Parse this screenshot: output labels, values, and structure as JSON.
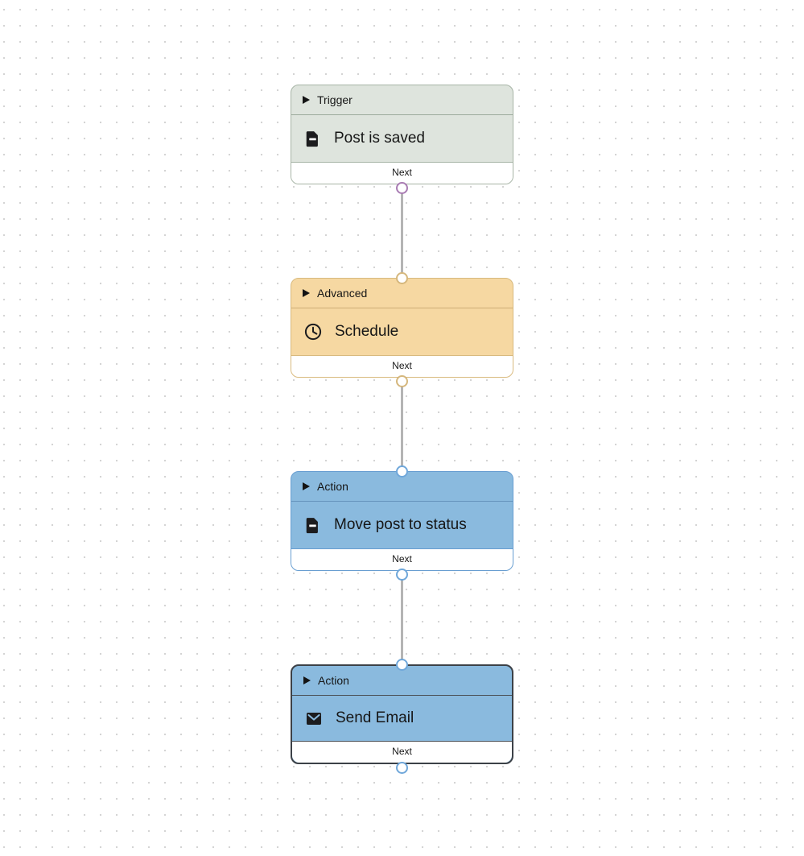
{
  "canvas": {
    "background": "#ffffff",
    "dot_color": "#d4d4d4",
    "edge_color": "#b4b4b4"
  },
  "nodes": [
    {
      "category": "Trigger",
      "title": "Post is saved",
      "icon": "document-icon",
      "next_label": "Next",
      "selected": false,
      "colors": {
        "fill": "#dee4dd",
        "border": "#a7b4a6",
        "out_port": "#a97cb3"
      }
    },
    {
      "category": "Advanced",
      "title": "Schedule",
      "icon": "clock-icon",
      "next_label": "Next",
      "selected": false,
      "colors": {
        "fill": "#f6d8a2",
        "border": "#d8ba7e",
        "in_port": "#d5b77d",
        "out_port": "#d5b77d"
      }
    },
    {
      "category": "Action",
      "title": "Move post to status",
      "icon": "document-icon",
      "next_label": "Next",
      "selected": false,
      "colors": {
        "fill": "#8abade",
        "border": "#689ed1",
        "in_port": "#6fa7da",
        "out_port": "#6fa7da"
      }
    },
    {
      "category": "Action",
      "title": "Send Email",
      "icon": "envelope-icon",
      "next_label": "Next",
      "selected": true,
      "colors": {
        "fill": "#8abade",
        "border": "#3c4147",
        "in_port": "#6fa7da",
        "out_port": "#6fa7da"
      }
    }
  ]
}
